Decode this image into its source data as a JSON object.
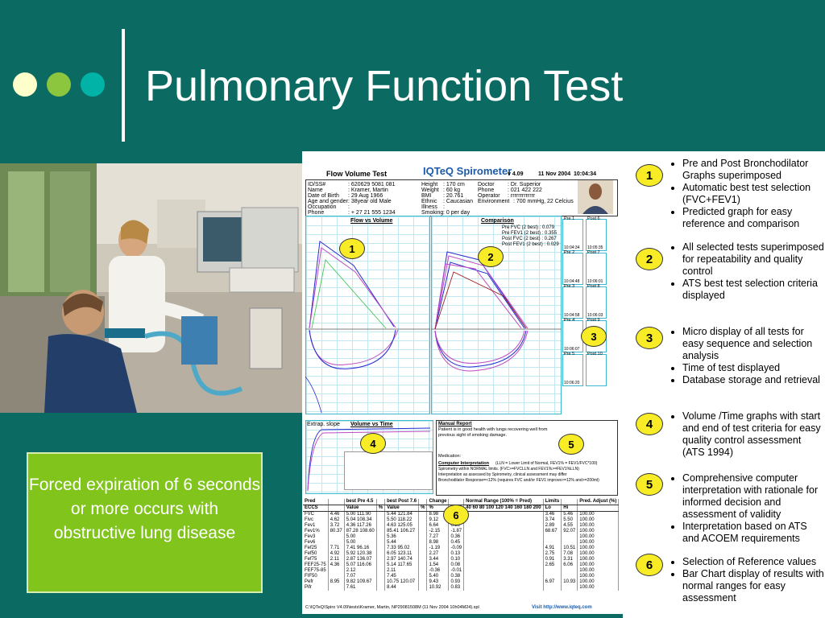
{
  "slide": {
    "title": "Pulmonary Function Test",
    "dot_colors": [
      "#ffffcc",
      "#8cc63f",
      "#00b3a6"
    ],
    "caption": "Forced expiration of 6 seconds or more occurs with obstructive lung disease"
  },
  "photo": {
    "description": ""
  },
  "report": {
    "header_title": "Flow Volume Test",
    "brand": "IQTeQ Spirometer",
    "version": "v 4.09",
    "date": "11 Nov 2004",
    "time": "10:04:34",
    "patient": {
      "id_label": "ID/SS#",
      "id": ": 620629 5081 081",
      "name_label": "Name",
      "name": ": Kramer, Martin",
      "dob_label": "Date of Birth",
      "dob": ": 29 Aug 1966",
      "age_label": "Age and gender",
      "age": ": 38year old Male",
      "occupation_label": "Occupation",
      "occupation": ":",
      "phone_label": "Phone",
      "phone": ": + 27 21 555 1234"
    },
    "measures": {
      "height_label": "Height",
      "height": ": 170 cm",
      "weight_label": "Weight",
      "weight": ": 60 kg",
      "bmi_label": "BMI",
      "bmi": ": 20.761",
      "ethnic_label": "Ethnic",
      "ethnic": ": Caucasian",
      "illness_label": "Illness",
      "illness": ":",
      "smoking_label": "Smoking",
      "smoking": ": 0 per day"
    },
    "doctor": {
      "doctor_label": "Doctor",
      "doctor": ": Dr. Superior",
      "phone_label": "Phone",
      "phone": ": 021 422 222",
      "operator_label": "Operator",
      "operator": ": rrrrrrrrrrrrr",
      "environment_label": "Environment",
      "environment": ": 700 mmHg, 22 Celcius"
    },
    "graph1_title": "Flow vs Volume",
    "graph2_title": "Comparison",
    "comparison_legend": [
      "Pre FVC (2 best) : 0.079",
      "Pre FEV1 (2 best) : 0.355",
      "Post FVC (2 best) : 0.267",
      "Post FEV1 (2 best) : 0.029"
    ],
    "graph3_title": "Volume vs Time",
    "graph3_sub": "Extrap. slope",
    "report_title": "Manual Report",
    "report_text": "Patient is in good health with lungs recovering well from previous sight of smoking damage.",
    "medication_label": "Medication:",
    "interp_title": "Computer Interpretation",
    "interp_lines": [
      "(LLN = Lower Limit of Normal, FEV1% = FEV1/FVC*100)",
      "Spirometry within NORMAL limits. (FVC>=FVCLLN and FEV1%>=FEV1%LLN)",
      "Interpretation as assessed by Spirometry, clinical assessment may differ",
      "Bronchodilator Response=<12% (requires FVC and/or FEV1 improve>=12% and>=200ml)"
    ],
    "mini_labels": [
      "Pre 1",
      "Post 6",
      "Pre 2",
      "Post 7",
      "Pre 3",
      "Post 8",
      "Pre 4",
      "Post 9",
      "Pre 5",
      "Post 10"
    ],
    "mini_times": [
      "10:04:34",
      "10:05:35",
      "10:04:48",
      "10:06:01",
      "10:04:58",
      "10:06:03",
      "10:06:07",
      "10:06:20"
    ],
    "table_header": [
      "Pred",
      "",
      "best Pre 4.5",
      "",
      "best Post 7.6",
      "",
      "Change",
      "",
      "Normal Range (100% = Pred)",
      "Limits",
      "",
      "Pred. Adjust (%)"
    ],
    "table_subheader": [
      "ECCS",
      "",
      "Value",
      "%",
      "Value",
      "%",
      "%",
      "abs",
      "40 60 80 100 120 140 160 180 200",
      "Lo",
      "Hi",
      ""
    ],
    "table_rows": [
      [
        "FVC",
        "4.46",
        "5.00 111.90",
        "",
        "5.44 121.84",
        "",
        "8.98",
        "0.45",
        "",
        "3.46",
        "5.46",
        "100.00"
      ],
      [
        "Fivc",
        "4.62",
        "5.04 108.34",
        "",
        "5.50 118.22",
        "",
        "9.12",
        "0.46",
        "",
        "3.74",
        "5.50",
        "100.00"
      ],
      [
        "Fev1",
        "3.72",
        "4.36 117.26",
        "",
        "4.63 125.05",
        "",
        "6.64",
        "0.29",
        "",
        "2.89",
        "4.55",
        "100.00"
      ],
      [
        "Fev1%",
        "80.37",
        "87.28 108.60",
        "",
        "85.41 106.27",
        "",
        "-2.15",
        "-1.87",
        "",
        "68.67",
        "92.07",
        "100.00"
      ],
      [
        "Fev3",
        "",
        "5.00",
        "",
        "5.36",
        "",
        "7.27",
        "0.36",
        "",
        "",
        "",
        "100.00"
      ],
      [
        "Fev6",
        "",
        "5.00",
        "",
        "5.44",
        "",
        "8.98",
        "0.45",
        "",
        "",
        "",
        "100.00"
      ],
      [
        "Fef25",
        "7.71",
        "7.41 96.16",
        "",
        "7.33 95.02",
        "",
        "-1.19",
        "-0.09",
        "",
        "4.91",
        "10.51",
        "100.00"
      ],
      [
        "Fef50",
        "4.92",
        "5.92 120.38",
        "",
        "6.05 123.11",
        "",
        "2.27",
        "0.13",
        "",
        "2.75",
        "7.08",
        "100.00"
      ],
      [
        "Fef75",
        "2.11",
        "2.87 136.07",
        "",
        "2.97 140.74",
        "",
        "3.44",
        "0.10",
        "",
        "0.91",
        "3.31",
        "100.00"
      ],
      [
        "FEF25-75",
        "4.36",
        "5.07 116.06",
        "",
        "5.14 117.65",
        "",
        "1.54",
        "0.08",
        "",
        "2.65",
        "6.06",
        "100.00"
      ],
      [
        "FEF75-85",
        "",
        "2.12",
        "",
        "2.11",
        "",
        "-0.36",
        "-0.01",
        "",
        "",
        "",
        "100.00"
      ],
      [
        "FIF50",
        "",
        "7.07",
        "",
        "7.45",
        "",
        "5.40",
        "0.38",
        "",
        "",
        "",
        "100.00"
      ],
      [
        "Pefr",
        "8.95",
        "9.82 109.67",
        "",
        "10.75 120.07",
        "",
        "9.43",
        "0.93",
        "",
        "6.97",
        "10.93",
        "100.00"
      ],
      [
        "Pifr",
        "",
        "7.61",
        "",
        "8.44",
        "",
        "10.92",
        "0.83",
        "",
        "",
        "",
        "100.00"
      ]
    ],
    "footer_path": "C:\\IQTeQ\\Spiro V4.09\\tests\\Kramer, Martin, NP29081508M (11 Nov 2004 10h04M24).spl",
    "footer_link": "Visit http://www.iqteq.com",
    "badges": [
      "1",
      "2",
      "3",
      "4",
      "5",
      "6"
    ]
  },
  "notes": [
    {
      "badge": "1",
      "items": [
        "Pre and Post Bronchodilator Graphs superimposed",
        "Automatic best test selection (FVC+FEV1)",
        "Predicted graph for easy reference and comparison"
      ]
    },
    {
      "badge": "2",
      "items": [
        "All selected tests superimposed for repeatability and quality control",
        " ATS best test selection criteria displayed"
      ]
    },
    {
      "badge": "3",
      "items": [
        "Micro display of all tests for easy sequence and selection analysis",
        "Time of test displayed",
        "Database storage and retrieval"
      ]
    },
    {
      "badge": "4",
      "items": [
        "Volume /Time graphs with start and end of test criteria for easy quality control assessment (ATS 1994)"
      ]
    },
    {
      "badge": "5",
      "items": [
        "Comprehensive computer interpretation with rationale for informed decision and assessment of validity",
        "Interpretation based on ATS and ACOEM requirements"
      ]
    },
    {
      "badge": "6",
      "items": [
        "Selection of Reference values",
        "Bar Chart display of results with normal ranges for easy assessment"
      ]
    }
  ]
}
